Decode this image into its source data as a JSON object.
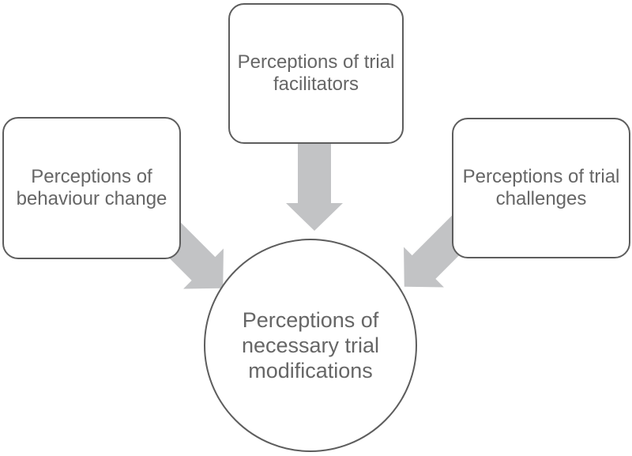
{
  "colors": {
    "background": "#ffffff",
    "node-fill": "#ffffff",
    "node-border": "#5d5d5d",
    "text": "#666666",
    "arrow": "#c2c3c5"
  },
  "nodes": [
    {
      "id": "trial-facilitators",
      "shape": "rounded-rectangle",
      "label": "Perceptions of trial facilitators"
    },
    {
      "id": "behaviour-change",
      "shape": "rounded-rectangle",
      "label": "Perceptions of behaviour change"
    },
    {
      "id": "trial-challenges",
      "shape": "rounded-rectangle",
      "label": "Perceptions of trial challenges"
    },
    {
      "id": "necessary-trial-modifications",
      "shape": "circle",
      "label": "Perceptions of necessary trial modifications"
    }
  ],
  "arrows": [
    {
      "from": "trial-facilitators",
      "to": "necessary-trial-modifications",
      "direction": "down"
    },
    {
      "from": "behaviour-change",
      "to": "necessary-trial-modifications",
      "direction": "down-right"
    },
    {
      "from": "trial-challenges",
      "to": "necessary-trial-modifications",
      "direction": "down-left"
    }
  ]
}
